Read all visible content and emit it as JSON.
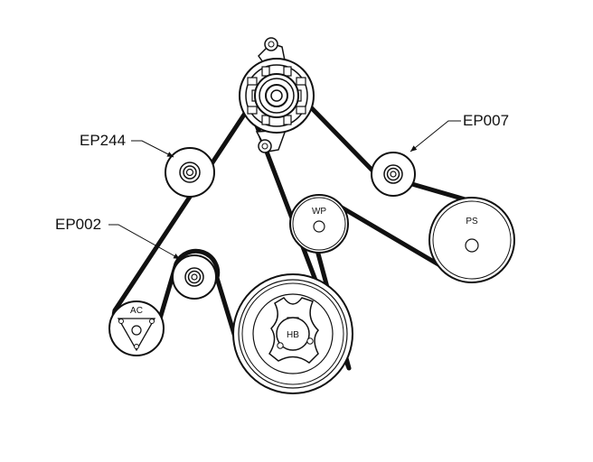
{
  "diagram": {
    "callouts": {
      "ep244": "EP244",
      "ep007": "EP007",
      "ep002": "EP002"
    },
    "pulleys": {
      "ac": "AC",
      "wp": "WP",
      "ps": "PS",
      "hb": "HB"
    },
    "colors": {
      "belt": "#111111",
      "outline": "#111111",
      "background": "#ffffff"
    }
  }
}
